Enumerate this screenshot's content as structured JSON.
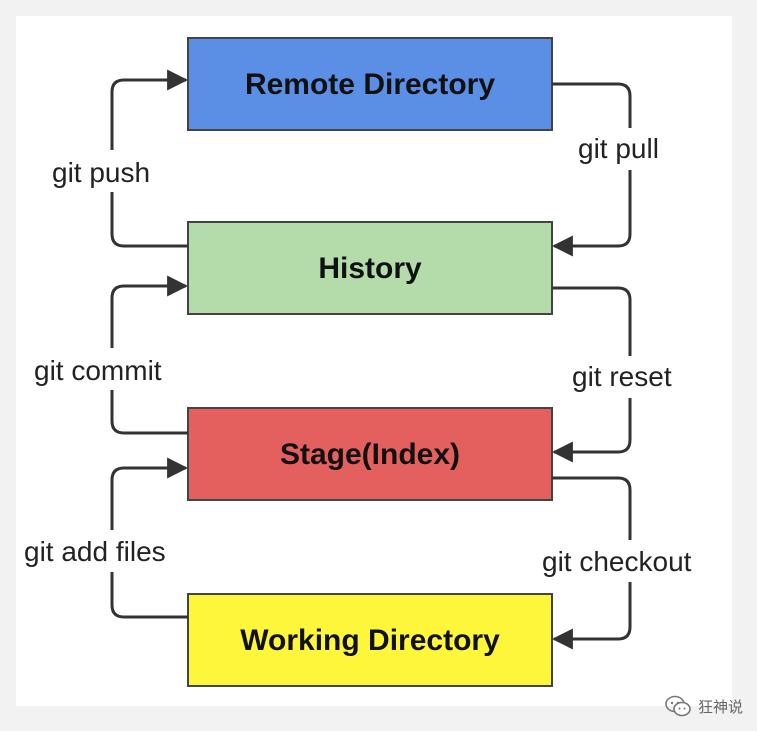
{
  "boxes": [
    {
      "id": "remote",
      "label": "Remote Directory",
      "color": "#5b8fe6"
    },
    {
      "id": "history",
      "label": "History",
      "color": "#b3dcaa"
    },
    {
      "id": "stage",
      "label": "Stage(Index)",
      "color": "#e3605f"
    },
    {
      "id": "working",
      "label": "Working Directory",
      "color": "#fdf63a"
    }
  ],
  "commands": {
    "push": "git push",
    "pull": "git pull",
    "commit": "git commit",
    "reset": "git reset",
    "add": "git add files",
    "checkout": "git checkout"
  },
  "watermark": {
    "icon": "wechat-icon",
    "text": "狂神说"
  },
  "colors": {
    "arrow": "#333333",
    "box_border": "#444444"
  }
}
